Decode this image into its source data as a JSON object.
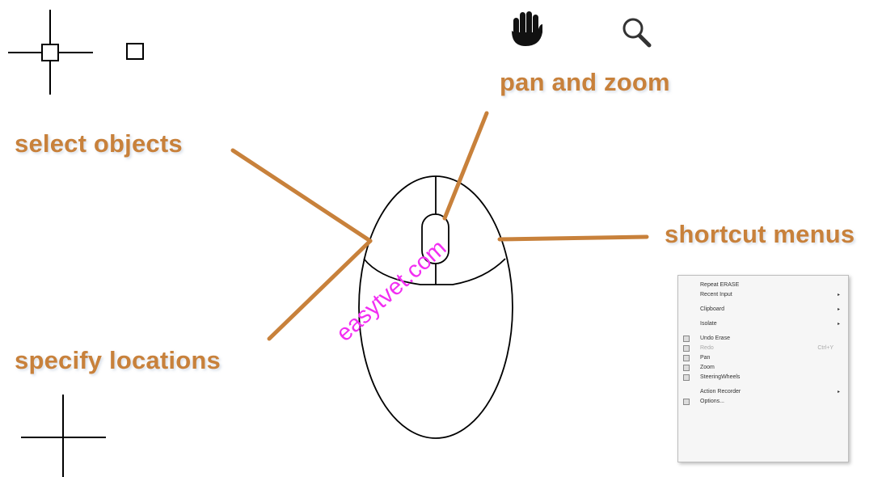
{
  "labels": {
    "select_objects": "select objects",
    "pan_and_zoom": "pan and zoom",
    "shortcut_menus": "shortcut menus",
    "specify_locations": "specify locations"
  },
  "watermark": "easytvet.com",
  "icons": {
    "top_left": "crosshair-pickbox-icon",
    "pickbox": "pickbox-icon",
    "hand": "pan-hand-icon",
    "zoom": "zoom-magnifier-icon",
    "bottom_left": "crosshair-icon",
    "mouse": "mouse-icon"
  },
  "context_menu": {
    "items": [
      {
        "label": "Repeat ERASE",
        "submenu": false,
        "icon": false,
        "disabled": false,
        "gap": false
      },
      {
        "label": "Recent Input",
        "submenu": true,
        "icon": false,
        "disabled": false,
        "gap": false
      },
      {
        "label": "Clipboard",
        "submenu": true,
        "icon": false,
        "disabled": false,
        "gap": true
      },
      {
        "label": "Isolate",
        "submenu": true,
        "icon": false,
        "disabled": false,
        "gap": true
      },
      {
        "label": "Undo Erase",
        "submenu": false,
        "icon": true,
        "disabled": false,
        "gap": true
      },
      {
        "label": "Redo",
        "submenu": false,
        "icon": true,
        "disabled": true,
        "gap": false,
        "shortcut": "Ctrl+Y"
      },
      {
        "label": "Pan",
        "submenu": false,
        "icon": true,
        "disabled": false,
        "gap": false
      },
      {
        "label": "Zoom",
        "submenu": false,
        "icon": true,
        "disabled": false,
        "gap": false
      },
      {
        "label": "SteeringWheels",
        "submenu": false,
        "icon": true,
        "disabled": false,
        "gap": false
      },
      {
        "label": "Action Recorder",
        "submenu": true,
        "icon": false,
        "disabled": false,
        "gap": true
      },
      {
        "label": "Options...",
        "submenu": false,
        "icon": true,
        "disabled": false,
        "gap": false
      }
    ]
  },
  "colors": {
    "label": "#c8813b",
    "leader": "#c8813b",
    "watermark": "#f22ef2",
    "lines": "#000000"
  }
}
